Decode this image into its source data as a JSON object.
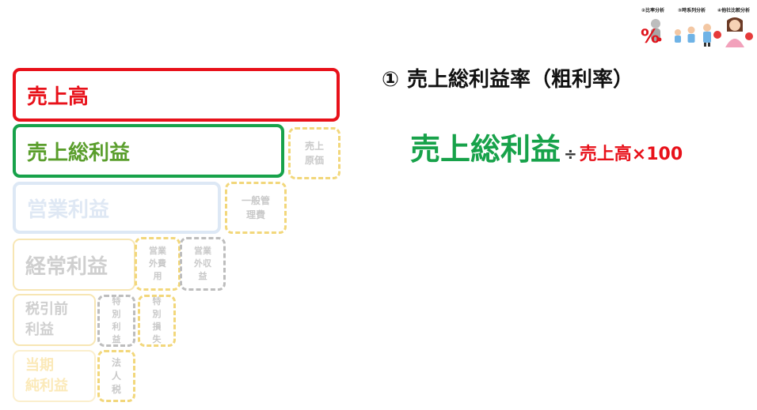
{
  "tabs": [
    {
      "label": "②比率分析"
    },
    {
      "label": "③時系列分析"
    },
    {
      "label": "④他社比較分析"
    }
  ],
  "left_pyramid": {
    "sales": "売上高",
    "gross_profit": "売上総利益",
    "cost_of_sales": "売上\n原価",
    "operating_profit": "営業利益",
    "sga": "一般管\n理費",
    "ordinary_profit": "経常利益",
    "non_operating_expenses": "営業\n外費\n用",
    "non_operating_income": "営業\n外収\n益",
    "pretax_profit": "税引前\n利益",
    "special_gain": "特\n別\n利\n益",
    "special_loss": "特\n別\n損\n失",
    "net_profit": "当期\n純利益",
    "corporate_tax": "法\n人\n税"
  },
  "heading": {
    "number": "①",
    "title": "売上総利益率（粗利率）"
  },
  "formula": {
    "numerator": "売上総利益",
    "divide": "÷",
    "denominator": "売上高",
    "times": "×100"
  },
  "illustration": {
    "percent_symbol": "%"
  }
}
